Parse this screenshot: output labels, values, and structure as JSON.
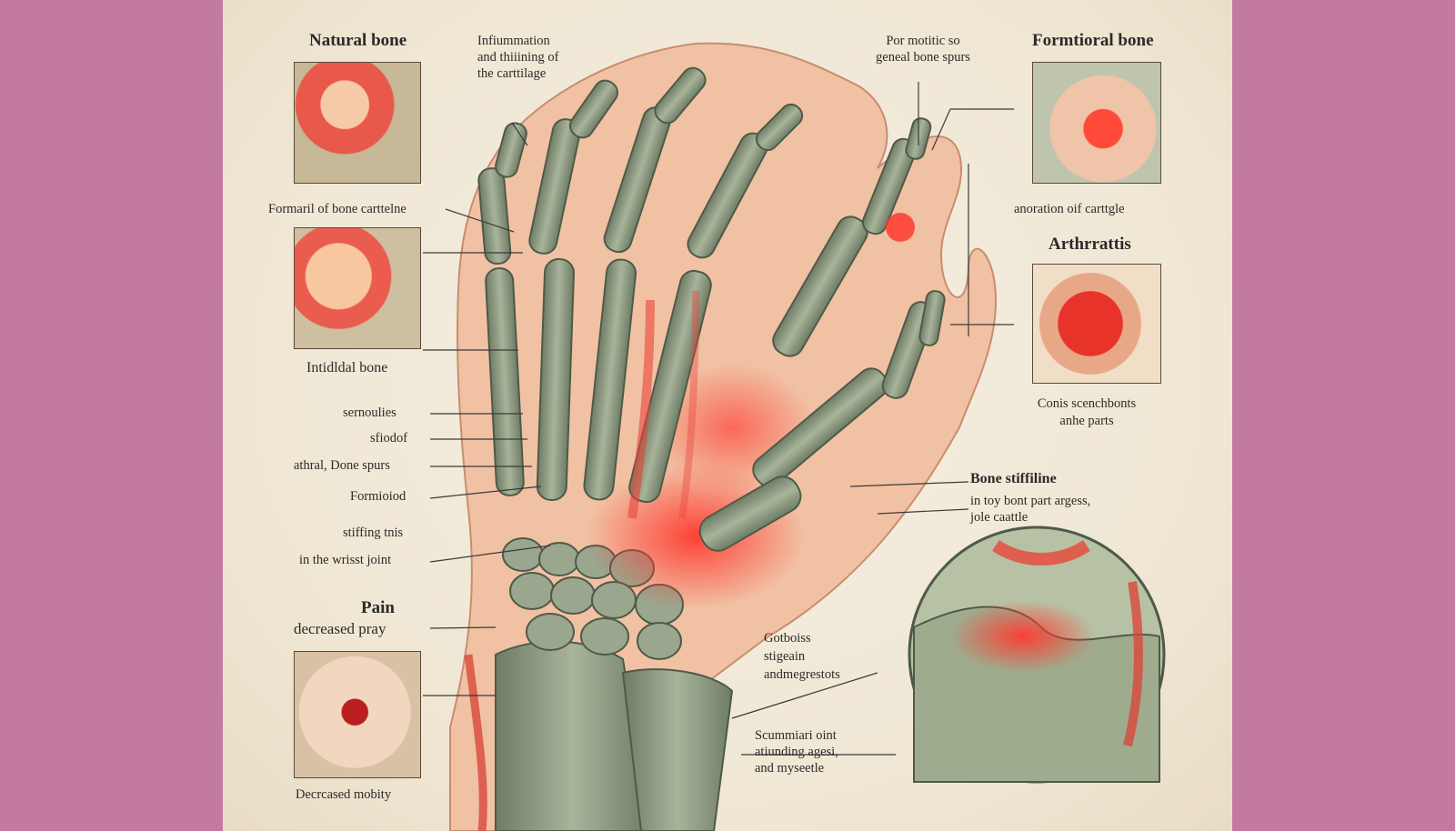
{
  "labels": {
    "natural_bone": "Natural bone",
    "inflammation": "Infiummation\nand thiiining of\nthe carttilage",
    "bone_spurs_top": "Por motitic so\ngeneal bone spurs",
    "formational_bone": "Formtioral bone",
    "formation_cartilage": "Formaril of bone carttelne",
    "anomation_cartigle": "anoration oif carttgle",
    "arthritis": "Arthrrattis",
    "individual_bone": "Intidldal bone",
    "causes_parts": "Conis scenchbonts\nanhe parts",
    "sernoulles": "sernoulies",
    "sfiodof": "sfiodof",
    "athral_spurs": "athral, Done spurs",
    "formiond": "Formioiod",
    "bone_stiff": "Bone stiffiline",
    "bone_stiff_sub": "in toy bont part argess,\njole caattle",
    "stiffing_this": "stiffing tnis",
    "wrist_joint": "in the wrisst joint",
    "pain": "Pain",
    "decreased_pray": "decreased pray",
    "gotbokis": "Gotboiss\nstigeain\nandmegrestots",
    "scummiari": "Scummiari oint\natiunding agesi,\nand myseetle",
    "decreased_mobility": "Decrcased mobity"
  },
  "colors": {
    "background": "#c27b9e",
    "paper": "#f2ebdc",
    "bone": "#8f9c84",
    "inflamed": "#e8463a",
    "skin": "#f0b79a"
  }
}
